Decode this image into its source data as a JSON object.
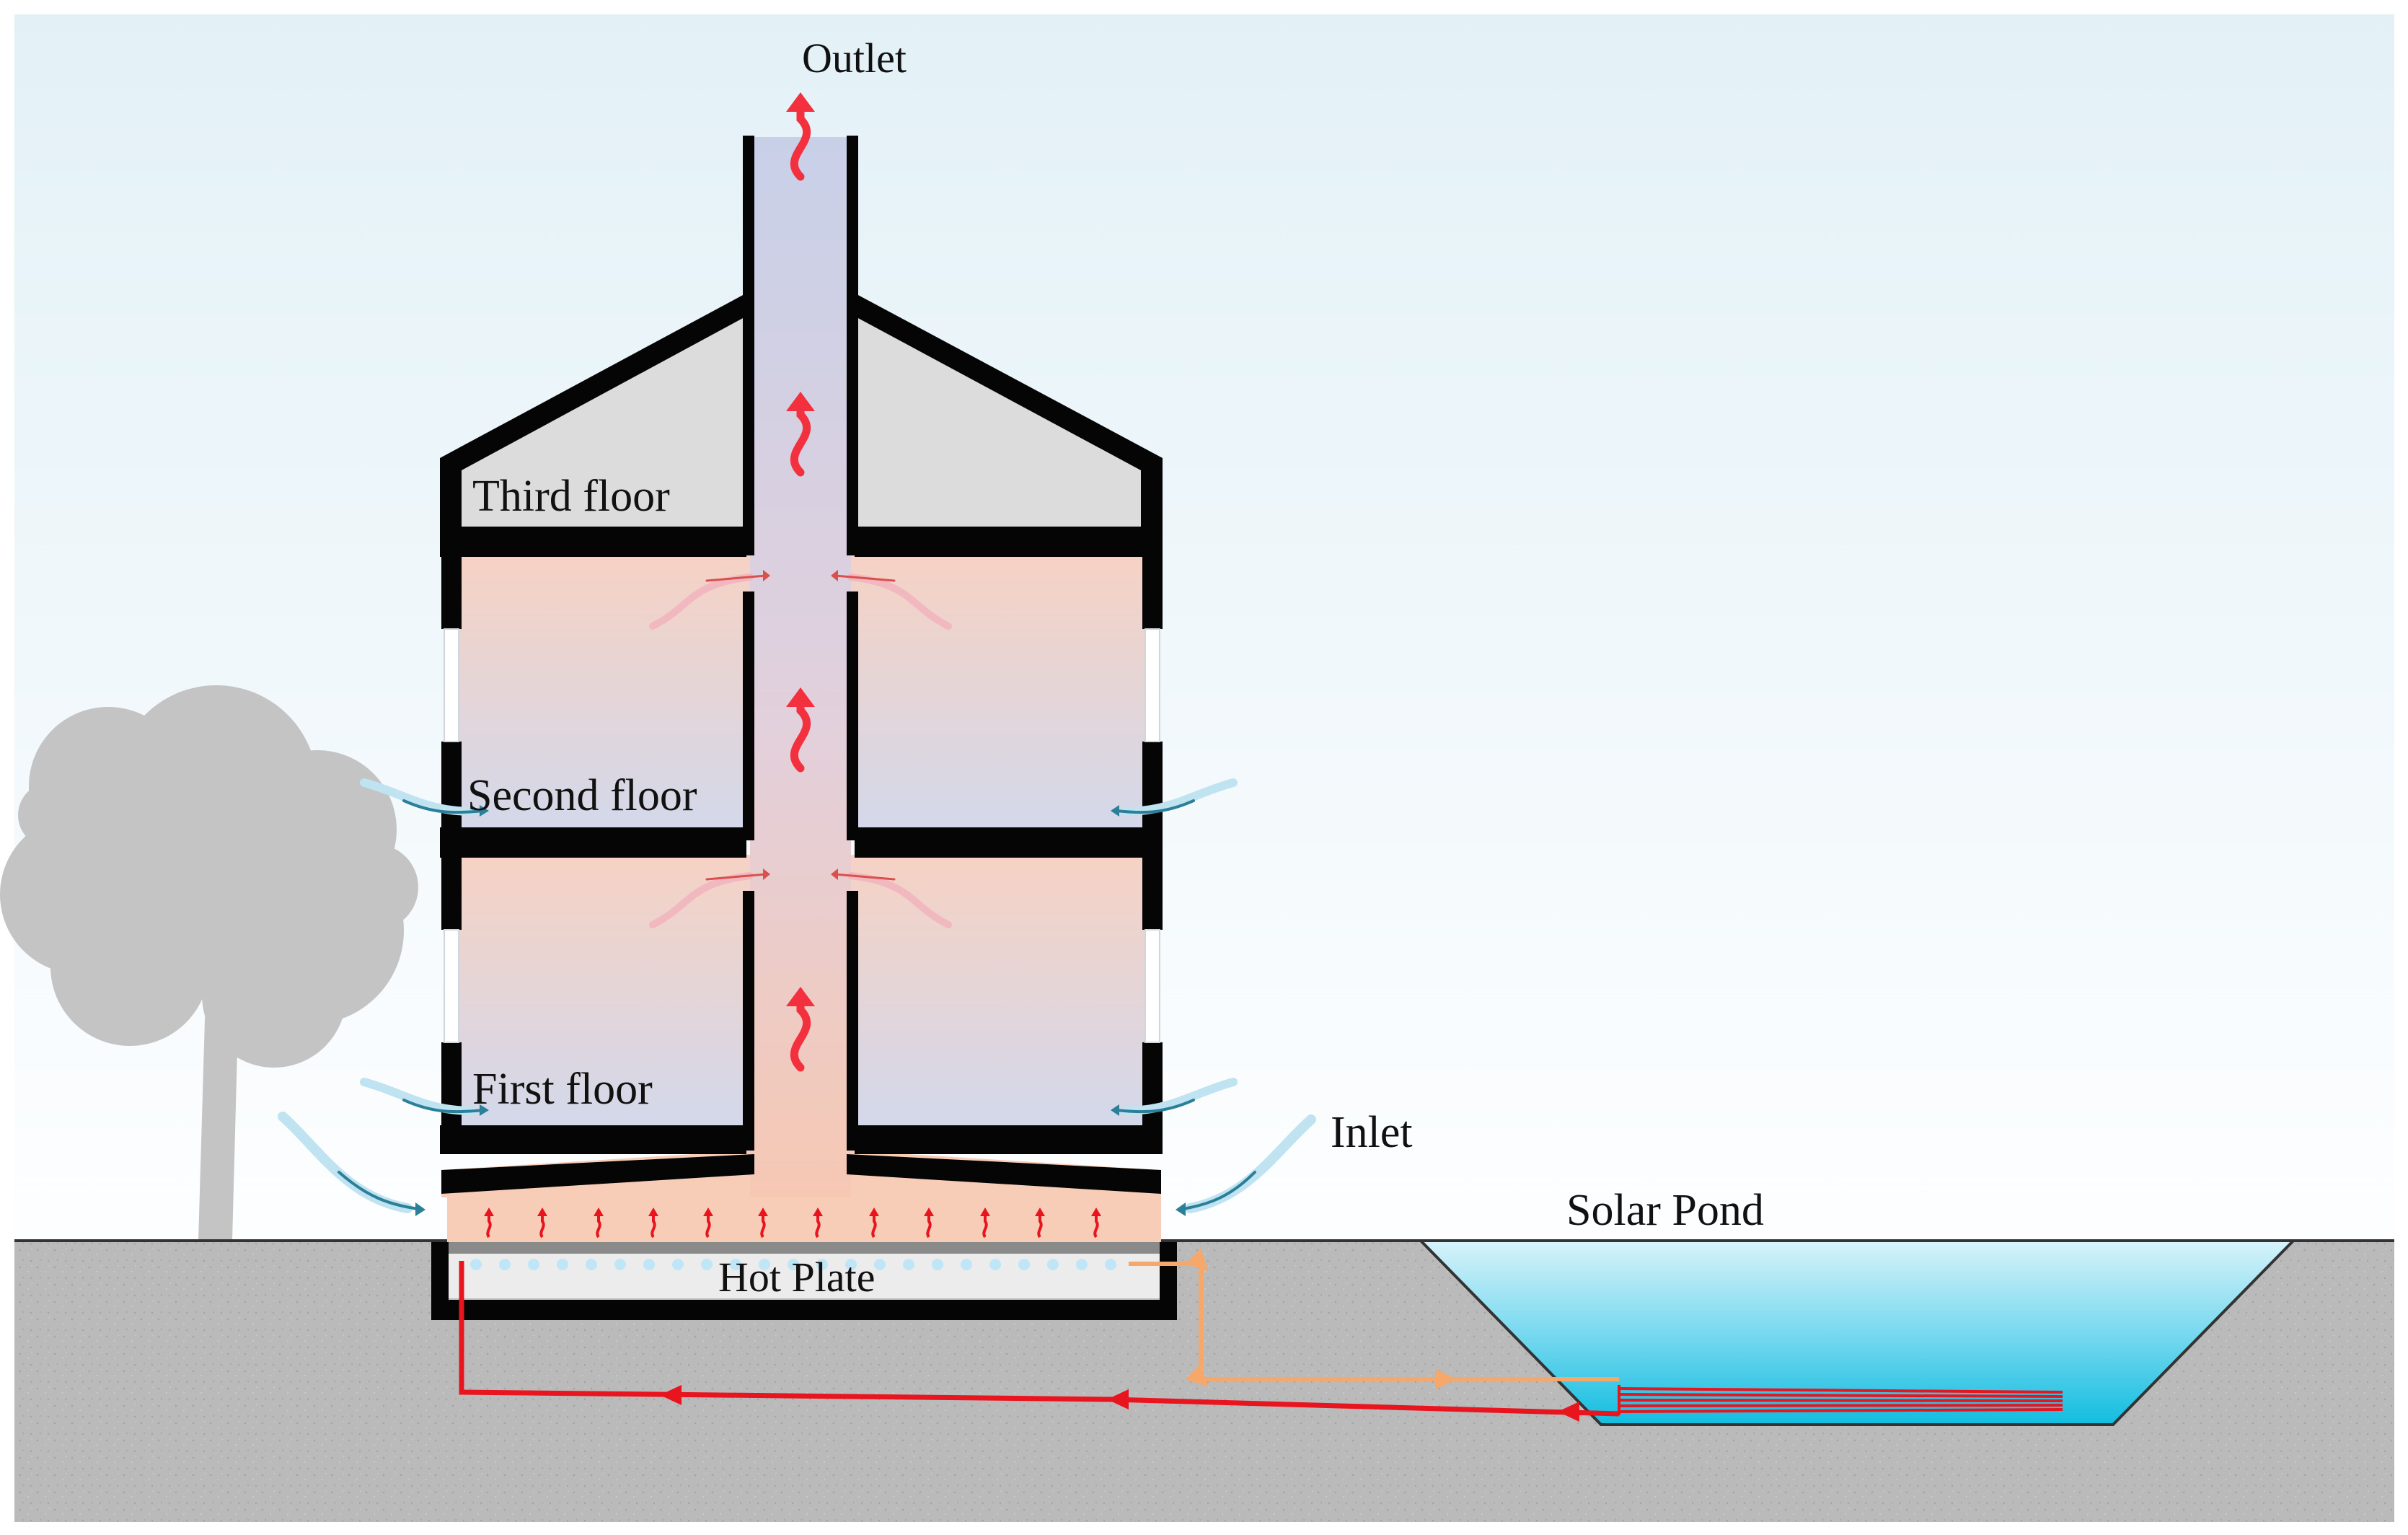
{
  "labels": {
    "outlet": "Outlet",
    "third_floor": "Third floor",
    "second_floor": "Second floor",
    "first_floor": "First floor",
    "inlet": "Inlet",
    "solar_pond": "Solar Pond",
    "hot_plate": "Hot Plate"
  },
  "colors": {
    "sky_top": "#e3f1f7",
    "sky_bottom": "#fdfeff",
    "ground": "#b9b9b9",
    "wall": "#050505",
    "room_warm": "#f6d2c4",
    "room_cool": "#d3d8ea",
    "attic": "#dcdcdc",
    "pond_water": "#1ec3e2",
    "hot_pipe": "#e8141e",
    "return_pipe": "#f5a86a",
    "heat_arrow": "#f2303e",
    "inlet_arrow": "#2b7f98",
    "tree": "#c4c4c4"
  }
}
